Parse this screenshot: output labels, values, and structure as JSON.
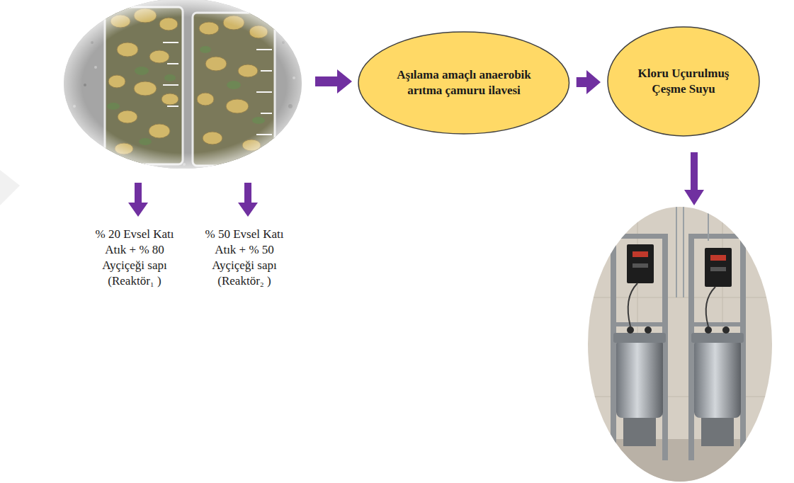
{
  "diagram": {
    "nodes": [
      {
        "text": [
          "Aşılama amaçlı anaerobik arıtma çamuru ilavesi"
        ]
      },
      {
        "text": [
          "Kloru Uçurulmuş Çeşme Suyu"
        ]
      }
    ],
    "edges": [
      {
        "from": 0,
        "to": 1,
        "arrow": "to"
      }
    ],
    "labels": [
      "% 20 Evsel Katı Atık + % 80 Ayçiçeği sapı (Reaktör₁ )",
      "% 50 Evsel Katı Atık + % 50 Ayçiçeği sapı (Reaktör₂ )"
    ]
  }
}
